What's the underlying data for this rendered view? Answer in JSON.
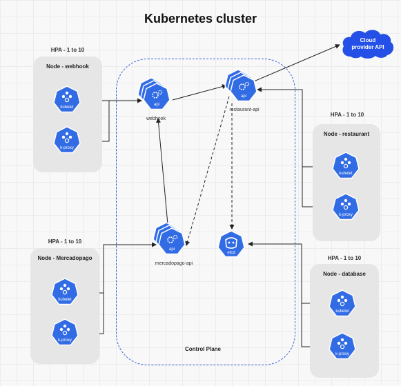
{
  "title": "Kubernetes cluster",
  "cloud": {
    "line1": "Cloud",
    "line2": "provider API"
  },
  "control_plane": {
    "label": "Control Plane"
  },
  "nodes": {
    "webhook": {
      "hpa": "HPA - 1 to 10",
      "title": "Node - webhook",
      "kubelet": "kubelet",
      "kproxy": "k-proxy"
    },
    "restaurant": {
      "hpa": "HPA - 1 to 10",
      "title": "Node - restaurant",
      "kubelet": "kubelet",
      "kproxy": "k-proxy"
    },
    "mercadopago": {
      "hpa": "HPA - 1 to 10",
      "title": "Node - Mercadopago",
      "kubelet": "kubelet",
      "kproxy": "k-proxy"
    },
    "database": {
      "hpa": "HPA - 1 to 10",
      "title": "Node -  database",
      "kubelet": "kubelet",
      "kproxy": "k-proxy"
    }
  },
  "services": {
    "webhook": {
      "label": "webhook",
      "badge": "api"
    },
    "restaurant": {
      "label": "restaurant-api",
      "badge": "api"
    },
    "mercadopago": {
      "label": "mercadopago-api",
      "badge": "api"
    },
    "etcd": {
      "badge": "etcd"
    }
  },
  "colors": {
    "k8s_blue": "#326CE5",
    "cloud_blue": "#2450E8",
    "plane_border": "#2f5fd6",
    "node_bg": "#e6e6e6"
  }
}
